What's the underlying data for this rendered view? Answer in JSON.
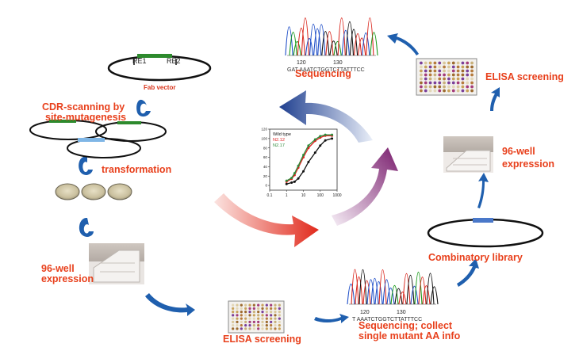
{
  "labels": {
    "fab_vector": "Fab vector",
    "re1": "RE1",
    "re2": "RE2",
    "cdr_scanning": "CDR-scanning by",
    "site_mutagenesis": "site-mutagenesis",
    "transformation": "transformation",
    "well96_left_1": "96-well",
    "well96_left_2": "expression",
    "elisa_bottom": "ELISA screening",
    "seq_collect_1": "Sequencing; collect",
    "seq_collect_2": "single mutant AA info",
    "combinatory_library": "Combinatory library",
    "well96_right_1": "96-well",
    "well96_right_2": "expression",
    "elisa_top": "ELISA screening",
    "sequencing_top": "Sequencing"
  },
  "chromatogram_top": {
    "tick_120": "120",
    "tick_130": "130",
    "sequence": "GAT AAATCTGGTCTTATTTCC"
  },
  "chromatogram_bottom": {
    "tick_120": "120",
    "tick_130": "130",
    "sequence": "T AAATCTGGTCTTATTTCC"
  },
  "chart_data": {
    "type": "line",
    "xscale": "log",
    "xlim": [
      0.1,
      1000
    ],
    "ylim": [
      -10,
      120
    ],
    "x_ticks": [
      "0.1",
      "1",
      "10",
      "100",
      "1000"
    ],
    "y_ticks": [
      "0",
      "20",
      "40",
      "60",
      "80",
      "100",
      "120"
    ],
    "legend": "top-left",
    "series": [
      {
        "name": "Wild type",
        "color": "#111111",
        "x": [
          1,
          2,
          3,
          5,
          10,
          20,
          50,
          100,
          200,
          500
        ],
        "y": [
          3,
          6,
          8,
          15,
          30,
          50,
          70,
          85,
          96,
          100
        ]
      },
      {
        "name": "N2.12",
        "color": "#e02020",
        "x": [
          1,
          2,
          3,
          5,
          10,
          20,
          50,
          100,
          200,
          500
        ],
        "y": [
          8,
          14,
          22,
          38,
          60,
          80,
          95,
          102,
          106,
          106
        ]
      },
      {
        "name": "N2.17",
        "color": "#2e8b3a",
        "x": [
          1,
          2,
          3,
          5,
          10,
          20,
          50,
          100,
          200,
          500
        ],
        "y": [
          10,
          16,
          26,
          42,
          65,
          85,
          98,
          105,
          108,
          108
        ]
      }
    ]
  },
  "colors": {
    "label_red": "#e8401c",
    "arrow_blue": "#1f5fae",
    "plasmid_green": "#2d8a2d",
    "plasmid_blue": "#4a90d9"
  }
}
